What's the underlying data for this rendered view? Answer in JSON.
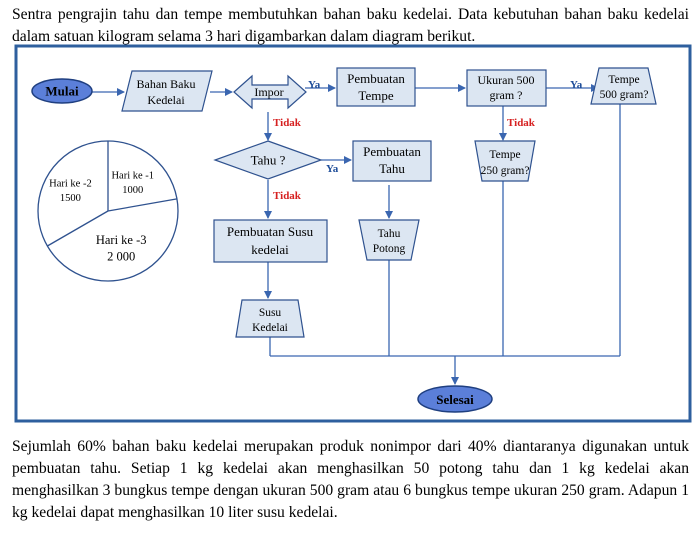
{
  "intro_text": "Sentra pengrajin tahu dan tempe  membutuhkan bahan baku kedelai. Data kebutuhan bahan baku kedelai dalam satuan kilogram selama 3 hari digambarkan dalam diagram berikut.",
  "outro_text": "Sejumlah 60% bahan baku kedelai merupakan produk nonimpor dari 40% diantaranya digunakan untuk pembuatan tahu. Setiap 1 kg kedelai akan menghasilkan 50 potong tahu dan 1 kg kedelai akan menghasilkan 3 bungkus tempe dengan ukuran 500 gram atau 6 bungkus tempe ukuran 250 gram. Adapun 1 kg kedelai dapat menghasilkan 10 liter susu kedelai.",
  "flowchart": {
    "start": "Mulai",
    "bahan_baku": [
      "Bahan Baku",
      "Kedelai"
    ],
    "impor": "Impor",
    "pembuatan_tempe": [
      "Pembuatan",
      "Tempe"
    ],
    "ukuran": [
      "Ukuran 500",
      "gram ?"
    ],
    "tempe_500": [
      "Tempe",
      "500 gram?"
    ],
    "tahu_q": "Tahu ?",
    "pembuatan_tahu": [
      "Pembuatan",
      "Tahu"
    ],
    "tempe_250": [
      "Tempe",
      "250 gram?"
    ],
    "pembuatan_susu": [
      "Pembuatan Susu",
      "kedelai"
    ],
    "tahu_potong": [
      "Tahu",
      "Potong"
    ],
    "susu_kedelai": [
      "Susu",
      "Kedelai"
    ],
    "end": "Selesai",
    "ya": "Ya",
    "tidak": "Tidak"
  },
  "chart_data": {
    "type": "pie",
    "categories": [
      "Hari ke -1",
      "Hari ke -2",
      "Hari ke -3"
    ],
    "values": [
      1000,
      1500,
      2000
    ],
    "value_labels": [
      "1000",
      "1500",
      "2 000"
    ]
  },
  "colors": {
    "frame": "#2e5f9e",
    "node_fill": "#dce6f2",
    "node_stroke": "#2f528f",
    "terminal_fill": "#5b7fd9",
    "tidak": "#d62020",
    "ya": "#1f4e9a"
  }
}
